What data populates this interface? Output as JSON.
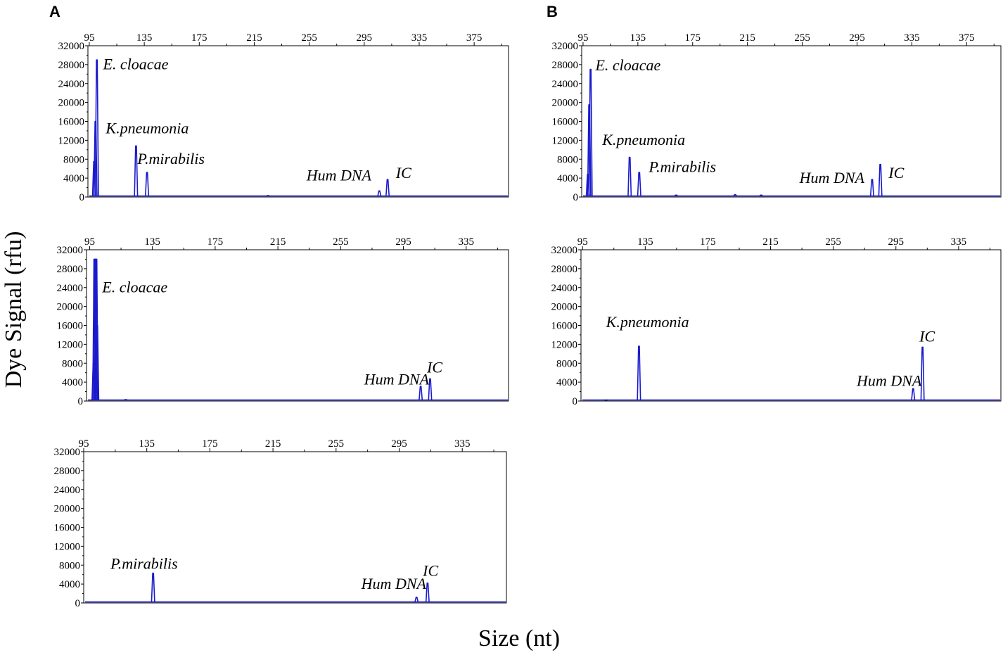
{
  "figure": {
    "panel_labels": [
      "A",
      "B"
    ],
    "y_axis_title": "Dye Signal (rfu)",
    "x_axis_title": "Size (nt)",
    "colors": {
      "trace": "#1a1acc",
      "frame": "#000000",
      "text": "#000000"
    }
  },
  "chart_data": [
    {
      "type": "line",
      "panel": "A",
      "ylim": [
        0,
        32000
      ],
      "xlim": [
        94,
        400
      ],
      "x_ticks": [
        95,
        135,
        175,
        215,
        255,
        295,
        335,
        375
      ],
      "y_ticks": [
        0,
        4000,
        8000,
        12000,
        16000,
        20000,
        24000,
        28000,
        32000
      ],
      "peaks": [
        {
          "x": 98.5,
          "y": 7500
        },
        {
          "x": 99.5,
          "y": 16000
        },
        {
          "x": 100.5,
          "y": 29000
        },
        {
          "x": 129,
          "y": 10800
        },
        {
          "x": 137,
          "y": 5200
        },
        {
          "x": 225,
          "y": 300
        },
        {
          "x": 306,
          "y": 1300
        },
        {
          "x": 312,
          "y": 3700
        }
      ],
      "annotations": [
        {
          "text": "E. cloacae",
          "x": 105,
          "y": 27000
        },
        {
          "text": "K.pneumonia",
          "x": 107,
          "y": 13500
        },
        {
          "text": "P.mirabilis",
          "x": 130,
          "y": 7000
        },
        {
          "text": "Hum DNA",
          "x": 253,
          "y": 3500
        },
        {
          "text": "IC",
          "x": 318,
          "y": 4000
        }
      ]
    },
    {
      "type": "line",
      "panel": "A",
      "ylim": [
        0,
        32000
      ],
      "xlim": [
        93,
        362
      ],
      "x_ticks": [
        95,
        135,
        175,
        215,
        255,
        295,
        335
      ],
      "y_ticks": [
        0,
        4000,
        8000,
        12000,
        16000,
        20000,
        24000,
        28000,
        32000
      ],
      "peaks": [
        {
          "x": 97.5,
          "y": 8000
        },
        {
          "x": 98,
          "y": 30000
        },
        {
          "x": 98.7,
          "y": 30000
        },
        {
          "x": 99.3,
          "y": 30000
        },
        {
          "x": 99.8,
          "y": 16000
        },
        {
          "x": 118,
          "y": 300
        },
        {
          "x": 306,
          "y": 3100
        },
        {
          "x": 312,
          "y": 4700
        }
      ],
      "annotations": [
        {
          "text": "E. cloacae",
          "x": 103,
          "y": 23000
        },
        {
          "text": "Hum DNA",
          "x": 270,
          "y": 3500
        },
        {
          "text": "IC",
          "x": 310,
          "y": 6000
        }
      ]
    },
    {
      "type": "line",
      "panel": "A",
      "ylim": [
        0,
        32000
      ],
      "xlim": [
        95,
        363
      ],
      "x_ticks": [
        95,
        135,
        175,
        215,
        255,
        295,
        335
      ],
      "y_ticks": [
        0,
        4000,
        8000,
        12000,
        16000,
        20000,
        24000,
        28000,
        32000
      ],
      "peaks": [
        {
          "x": 139,
          "y": 6300
        },
        {
          "x": 306,
          "y": 1200
        },
        {
          "x": 313,
          "y": 4200
        }
      ],
      "annotations": [
        {
          "text": "P.mirabilis",
          "x": 112,
          "y": 7200
        },
        {
          "text": "Hum DNA",
          "x": 271,
          "y": 3000
        },
        {
          "text": "IC",
          "x": 310,
          "y": 5700
        }
      ]
    },
    {
      "type": "line",
      "panel": "B",
      "ylim": [
        0,
        32000
      ],
      "xlim": [
        94,
        400
      ],
      "x_ticks": [
        95,
        135,
        175,
        215,
        255,
        295,
        335,
        375
      ],
      "y_ticks": [
        0,
        4000,
        8000,
        12000,
        16000,
        20000,
        24000,
        28000,
        32000
      ],
      "peaks": [
        {
          "x": 98.5,
          "y": 4800
        },
        {
          "x": 99.5,
          "y": 19500
        },
        {
          "x": 100.5,
          "y": 27000
        },
        {
          "x": 129,
          "y": 8400
        },
        {
          "x": 136,
          "y": 5200
        },
        {
          "x": 163,
          "y": 400
        },
        {
          "x": 206,
          "y": 500
        },
        {
          "x": 225,
          "y": 400
        },
        {
          "x": 306,
          "y": 3700
        },
        {
          "x": 312,
          "y": 6900
        }
      ],
      "annotations": [
        {
          "text": "E. cloacae",
          "x": 104,
          "y": 26800
        },
        {
          "text": "K.pneumonia",
          "x": 109,
          "y": 11000
        },
        {
          "text": "P.mirabilis",
          "x": 143,
          "y": 5300
        },
        {
          "text": "Hum DNA",
          "x": 253,
          "y": 3000
        },
        {
          "text": "IC",
          "x": 318,
          "y": 4000
        }
      ]
    },
    {
      "type": "line",
      "panel": "B",
      "ylim": [
        0,
        32000
      ],
      "xlim": [
        94,
        362
      ],
      "x_ticks": [
        95,
        135,
        175,
        215,
        255,
        295,
        335
      ],
      "y_ticks": [
        0,
        4000,
        8000,
        12000,
        16000,
        20000,
        24000,
        28000,
        32000
      ],
      "peaks": [
        {
          "x": 110,
          "y": 200
        },
        {
          "x": 131,
          "y": 11600
        },
        {
          "x": 306,
          "y": 2600
        },
        {
          "x": 312,
          "y": 11400
        }
      ],
      "annotations": [
        {
          "text": "K.pneumonia",
          "x": 110,
          "y": 15600
        },
        {
          "text": "Hum DNA",
          "x": 270,
          "y": 3200
        },
        {
          "text": "IC",
          "x": 310,
          "y": 12600
        }
      ]
    }
  ]
}
